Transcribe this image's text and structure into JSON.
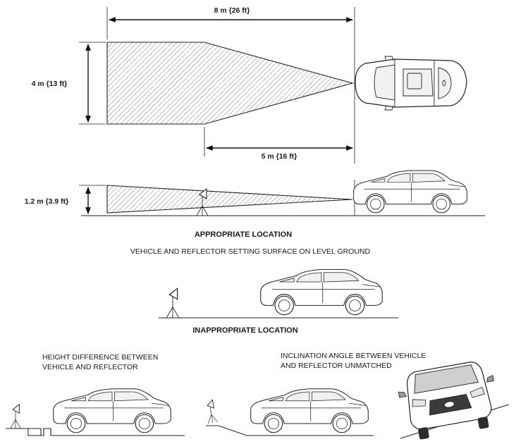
{
  "dimensions": {
    "length_total": "8 m {26 ft}",
    "width": "4 m {13 ft}",
    "length_partial": "5 m {16 ft}",
    "height": "1.2 m {3.9 ft}"
  },
  "headings": {
    "appropriate": "APPROPRIATE LOCATION",
    "appropriate_desc": "VEHICLE AND REFLECTOR SETTING SURFACE ON LEVEL GROUND",
    "inappropriate": "INAPPROPRIATE LOCATION"
  },
  "cases": {
    "height_difference_line1": "HEIGHT DIFFERENCE BETWEEN",
    "height_difference_line2": "VEHICLE AND REFLECTOR",
    "inclination_line1": "INCLINATION ANGLE BETWEEN VEHICLE",
    "inclination_line2": "AND REFLECTOR UNMATCHED"
  }
}
